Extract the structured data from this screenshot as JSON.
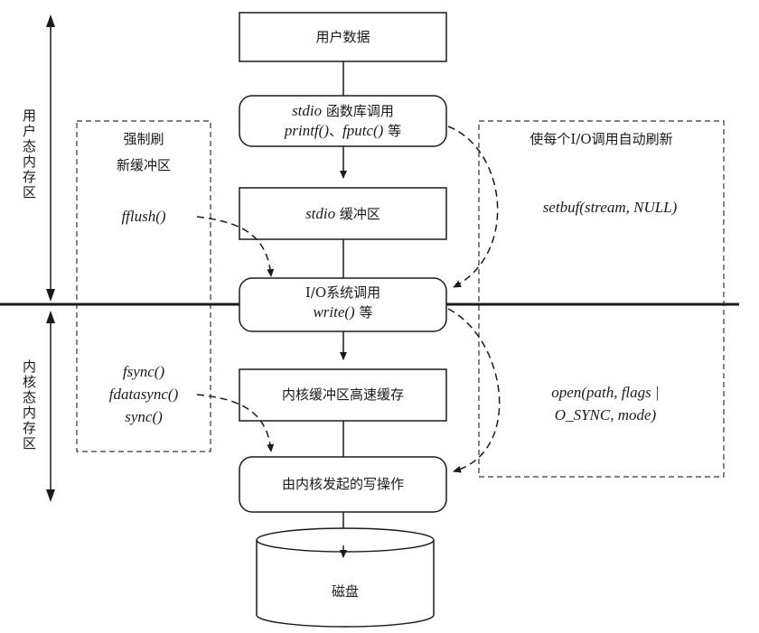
{
  "side_labels": {
    "user_space": "用户态内存区",
    "kernel_space": "内核态内存区"
  },
  "boxes": {
    "user_data": "用户数据",
    "stdio_lib_line1_fn": "stdio",
    "stdio_lib_line1_text": "函数库调用",
    "stdio_lib_line2_fn1": "printf()",
    "stdio_lib_line2_sep": "、",
    "stdio_lib_line2_fn2": "fputc()",
    "stdio_lib_line2_text": "等",
    "stdio_buffer_fn": "stdio",
    "stdio_buffer_text": "缓冲区",
    "io_syscall_line1": "I/O系统调用",
    "io_syscall_fn": "write()",
    "io_syscall_text": "等",
    "kernel_cache": "内核缓冲区高速缓存",
    "kernel_write": "由内核发起的写操作",
    "disk": "磁盘"
  },
  "left_panel": {
    "title_line1": "强制刷",
    "title_line2": "新缓冲区",
    "fflush": "fflush()",
    "fsync": "fsync()",
    "fdatasync": "fdatasync()",
    "sync": "sync()"
  },
  "right_panel": {
    "title": "使每个I/O调用自动刷新",
    "setbuf": "setbuf(stream, NULL)",
    "open_line1": "open(path, flags |",
    "open_line2": "O_SYNC, mode)"
  }
}
